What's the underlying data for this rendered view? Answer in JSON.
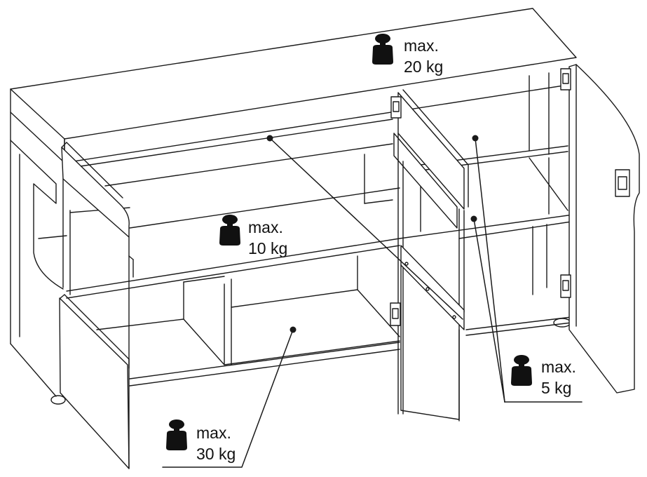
{
  "colors": {
    "line": "#1a1a1a",
    "weight_icon": "#111111",
    "background": "#ffffff"
  },
  "icon": "weight-icon",
  "labels": {
    "top": {
      "line1": "max.",
      "line2": "20 kg"
    },
    "shelf": {
      "line1": "max.",
      "line2": "10 kg"
    },
    "bottom": {
      "line1": "max.",
      "line2": "30 kg"
    },
    "door": {
      "line1": "max.",
      "line2": "5 kg"
    }
  }
}
